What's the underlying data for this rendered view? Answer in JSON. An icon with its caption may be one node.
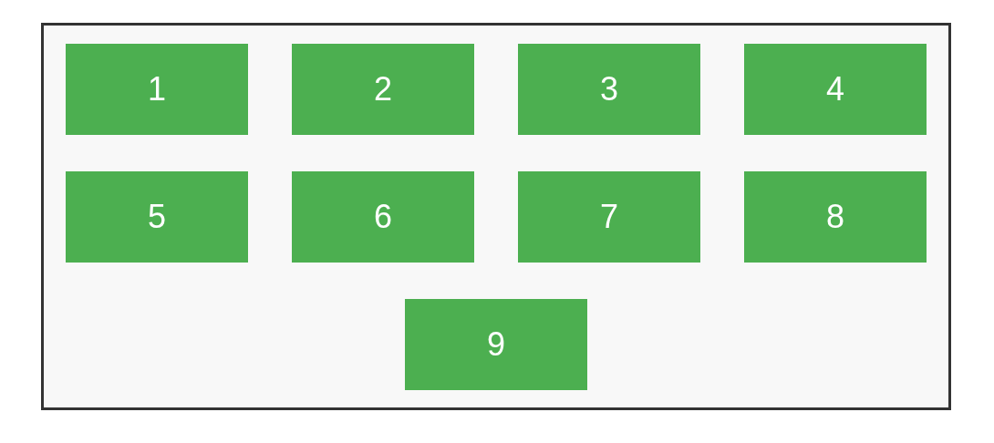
{
  "diagram": {
    "nodes": [
      {
        "text": [],
        "shape": "box"
      },
      {
        "text": [
          "1"
        ],
        "in": 0
      },
      {
        "text": [
          "2"
        ],
        "in": 0
      },
      {
        "text": [
          "3"
        ],
        "in": 0
      },
      {
        "text": [
          "4"
        ],
        "in": 0
      },
      {
        "text": [
          "5"
        ],
        "in": 0
      },
      {
        "text": [
          "6"
        ],
        "in": 0
      },
      {
        "text": [
          "7"
        ],
        "in": 0
      },
      {
        "text": [
          "8"
        ],
        "in": 0
      },
      {
        "text": [
          "9"
        ],
        "in": 0
      }
    ]
  }
}
